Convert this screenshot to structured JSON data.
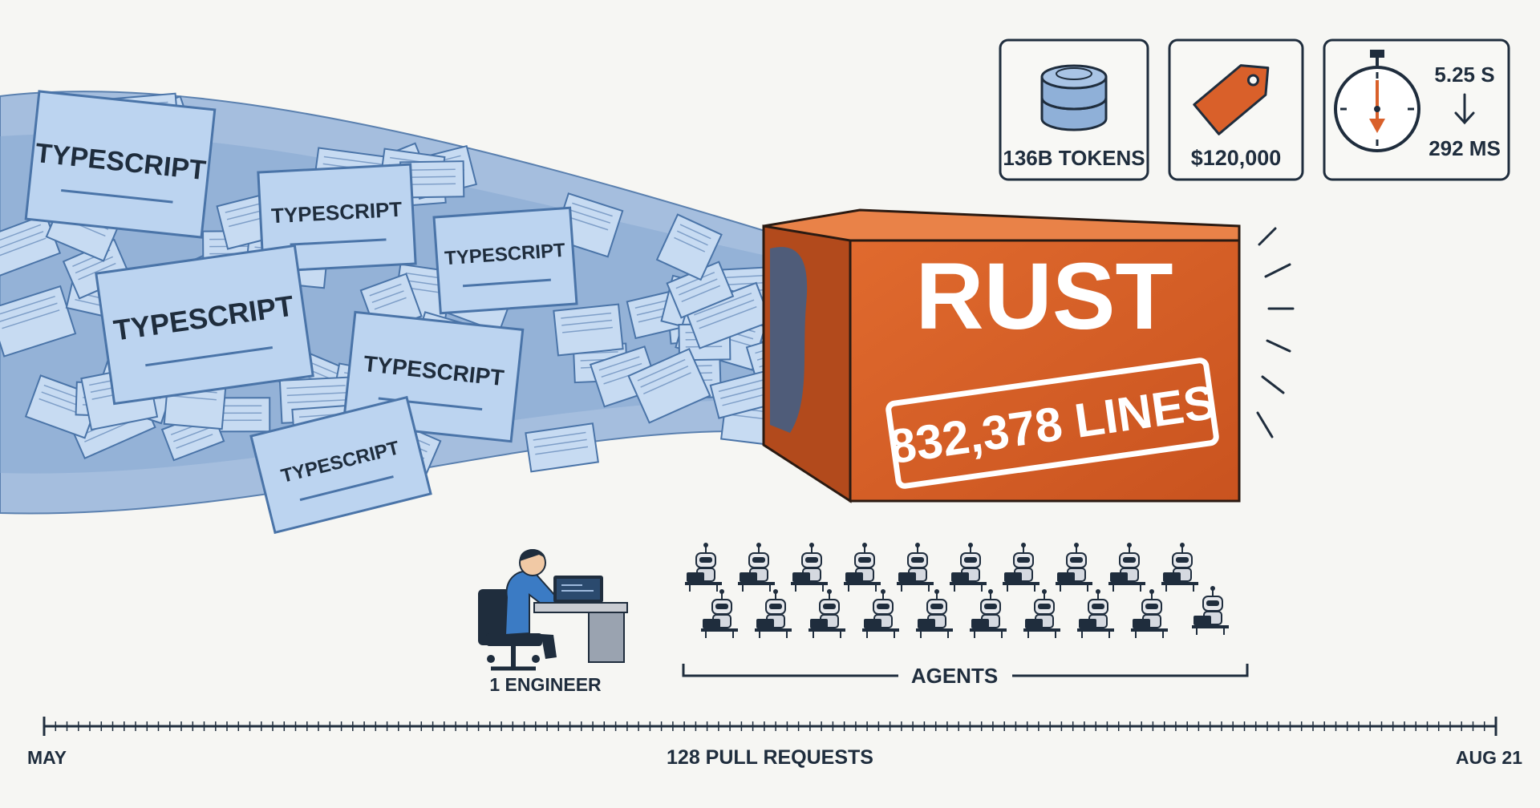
{
  "papers": {
    "word": "TYPESCRIPT"
  },
  "block": {
    "title": "RUST",
    "lines_stamp": "832,378 LINES",
    "color": "#d9602a"
  },
  "stats": [
    {
      "icon": "database-icon",
      "label": "136B TOKENS"
    },
    {
      "icon": "price-tag-icon",
      "label": "$120,000"
    },
    {
      "icon": "stopwatch-icon",
      "from": "5.25 S",
      "to": "292 MS"
    }
  ],
  "team": {
    "engineer_label": "1 ENGINEER",
    "agents_label": "AGENTS"
  },
  "timeline": {
    "start": "MAY",
    "middle": "128 PULL REQUESTS",
    "end": "AUG 21"
  },
  "colors": {
    "paper_fill": "#bcd4f0",
    "paper_stroke": "#4a74a8",
    "ink": "#1f2d3d",
    "accent": "#d9602a"
  }
}
